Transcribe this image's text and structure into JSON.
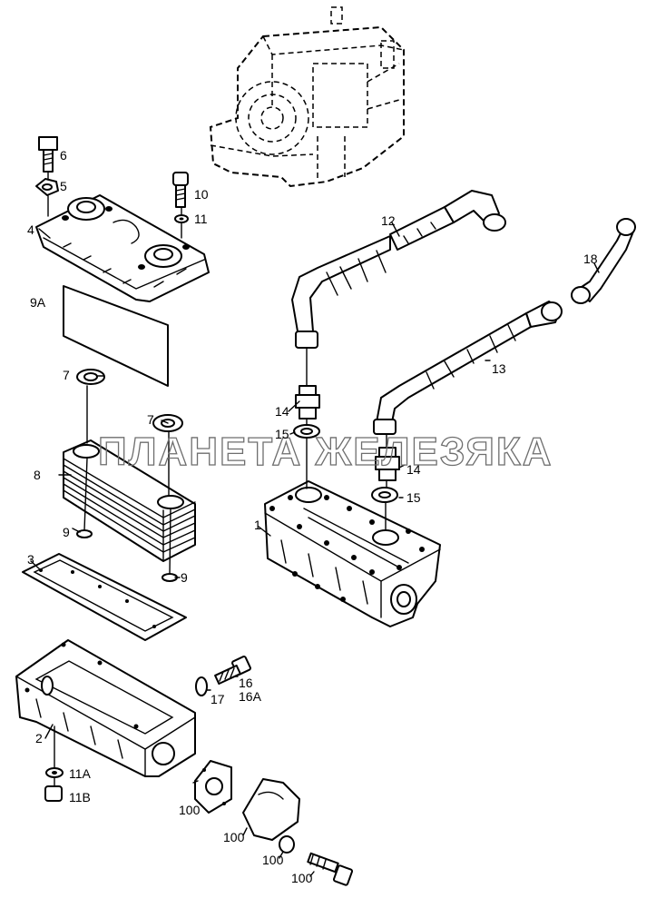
{
  "watermark": "ПЛАНЕТА ЖЕЛЕЗЯКА",
  "callouts": {
    "c6": "6",
    "c5": "5",
    "c10": "10",
    "c11": "11",
    "c4": "4",
    "c9a": "9A",
    "c7a": "7",
    "c7b": "7",
    "c8": "8",
    "c9a_ring": "9",
    "c9b_ring": "9",
    "c3": "3",
    "c2": "2",
    "c11a": "11A",
    "c11b": "11B",
    "c12": "12",
    "c13": "13",
    "c18": "18",
    "c14a": "14",
    "c15a": "15",
    "c14b": "14",
    "c15b": "15",
    "c1": "1",
    "c16": "16",
    "c16a": "16A",
    "c17": "17",
    "c100a": "100",
    "c100b": "100",
    "c100c": "100",
    "c100d": "100"
  },
  "colors": {
    "ink": "#000000",
    "paper": "#ffffff",
    "watermark": "#6e6e6e"
  }
}
